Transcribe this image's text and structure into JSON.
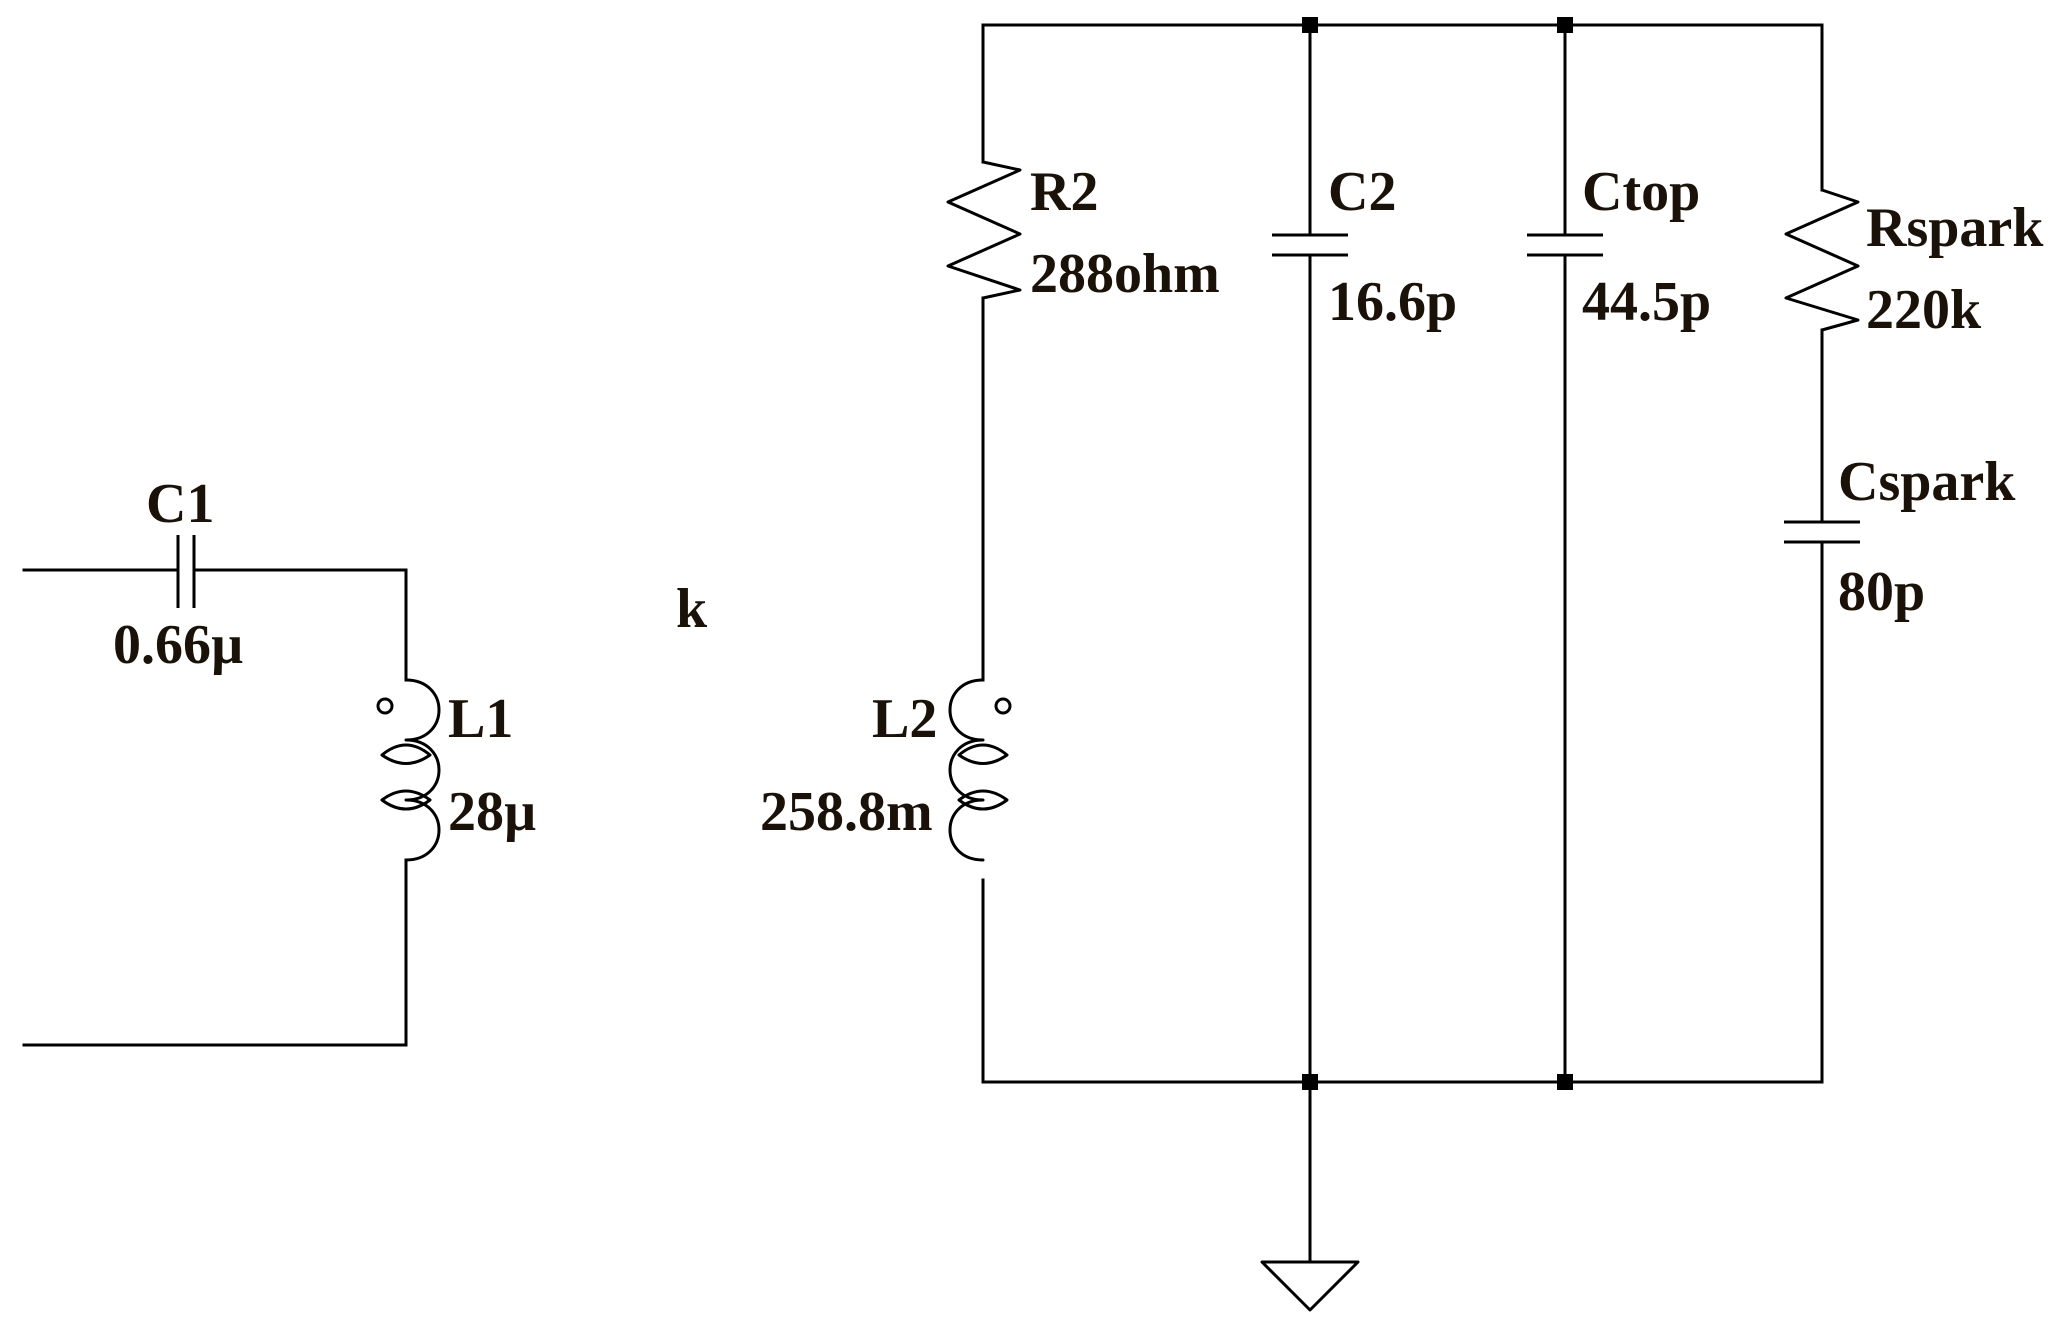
{
  "components": {
    "C1": {
      "name": "C1",
      "value": "0.66µ"
    },
    "L1": {
      "name": "L1",
      "value": "28µ"
    },
    "k": {
      "name": "k"
    },
    "L2": {
      "name": "L2",
      "value": "258.8m"
    },
    "R2": {
      "name": "R2",
      "value": "288ohm"
    },
    "C2": {
      "name": "C2",
      "value": "16.6p"
    },
    "Ctop": {
      "name": "Ctop",
      "value": "44.5p"
    },
    "Rspark": {
      "name": "Rspark",
      "value": "220k"
    },
    "Cspark": {
      "name": "Cspark",
      "value": "80p"
    }
  },
  "colors": {
    "wire": "#000000",
    "label": "#1a1208",
    "background": "#ffffff"
  }
}
